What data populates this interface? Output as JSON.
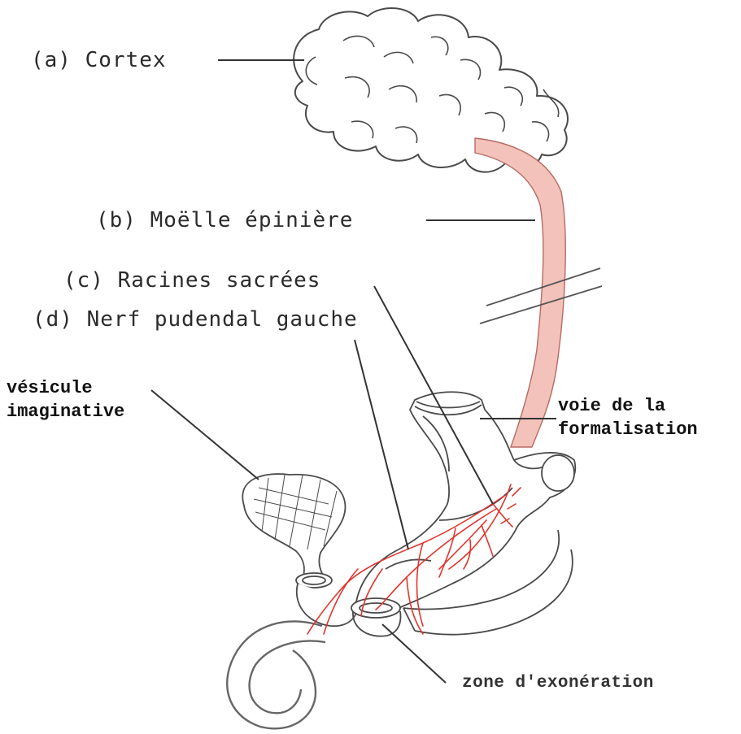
{
  "labels": {
    "cortex": "(a) Cortex",
    "moelle": "(b) Moëlle épinière",
    "racines": "(c) Racines sacrées",
    "nerf": "(d) Nerf pudendal gauche",
    "vesicule_line1": "vésicule",
    "vesicule_line2": "imaginative",
    "voie_line1": "voie de la",
    "voie_line2": "formalisation",
    "zone": "zone d'exonération"
  },
  "colors": {
    "ink": "#3a3a3a",
    "spinal_cord_fill": "#f2c2bb",
    "nerve_red": "#e0352e"
  }
}
